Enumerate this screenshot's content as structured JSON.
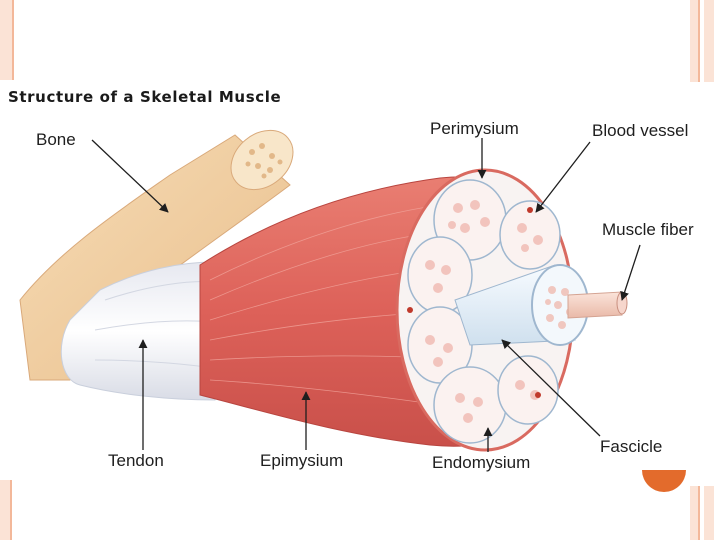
{
  "diagram": {
    "title": "Structure of a Skeletal Muscle",
    "labels": {
      "bone": "Bone",
      "perimysium": "Perimysium",
      "blood_vessel": "Blood vessel",
      "muscle_fiber": "Muscle fiber",
      "tendon": "Tendon",
      "epimysium": "Epimysium",
      "endomysium": "Endomysium",
      "fascicle": "Fascicle"
    }
  },
  "colors": {
    "accent_orange": "#e36b2c",
    "frame_peach": "#fbe3d6",
    "muscle_red": "#e0685f",
    "bone_tan": "#f3d2a8",
    "tendon_white": "#f4f4f6"
  }
}
